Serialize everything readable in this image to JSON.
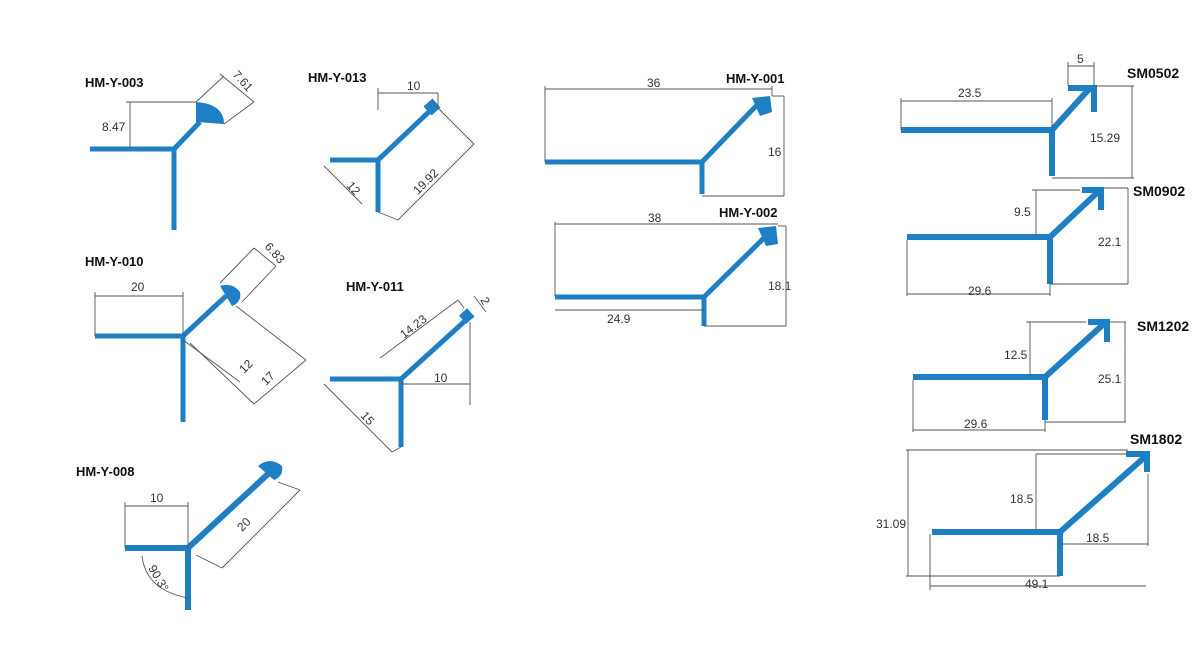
{
  "colors": {
    "profile": "#1f7fc4",
    "profile_dark": "#145f96",
    "dimension": "#555555",
    "text": "#111111"
  },
  "profiles": {
    "hm_y_003": {
      "name": "HM-Y-003",
      "dims": [
        "7.61",
        "8.47"
      ]
    },
    "hm_y_013": {
      "name": "HM-Y-013",
      "dims": [
        "10",
        "12",
        "19.92"
      ]
    },
    "hm_y_010": {
      "name": "HM-Y-010",
      "dims": [
        "20",
        "6.83",
        "12",
        "17"
      ]
    },
    "hm_y_011": {
      "name": "HM-Y-011",
      "dims": [
        "14.23",
        "2",
        "10",
        "15"
      ]
    },
    "hm_y_008": {
      "name": "HM-Y-008",
      "dims": [
        "10",
        "20",
        "90.3°"
      ]
    },
    "hm_y_001": {
      "name": "HM-Y-001",
      "dims": [
        "36",
        "16"
      ]
    },
    "hm_y_002": {
      "name": "HM-Y-002",
      "dims": [
        "38",
        "18.1",
        "24.9"
      ]
    },
    "sm0502": {
      "name": "SM0502",
      "dims": [
        "5",
        "23.5",
        "15.29"
      ]
    },
    "sm0902": {
      "name": "SM0902",
      "dims": [
        "9.5",
        "22.1",
        "29.6"
      ]
    },
    "sm1202": {
      "name": "SM1202",
      "dims": [
        "12.5",
        "25.1",
        "29.6"
      ]
    },
    "sm1802": {
      "name": "SM1802",
      "dims": [
        "31.09",
        "18.5",
        "18.5",
        "49.1"
      ]
    }
  }
}
